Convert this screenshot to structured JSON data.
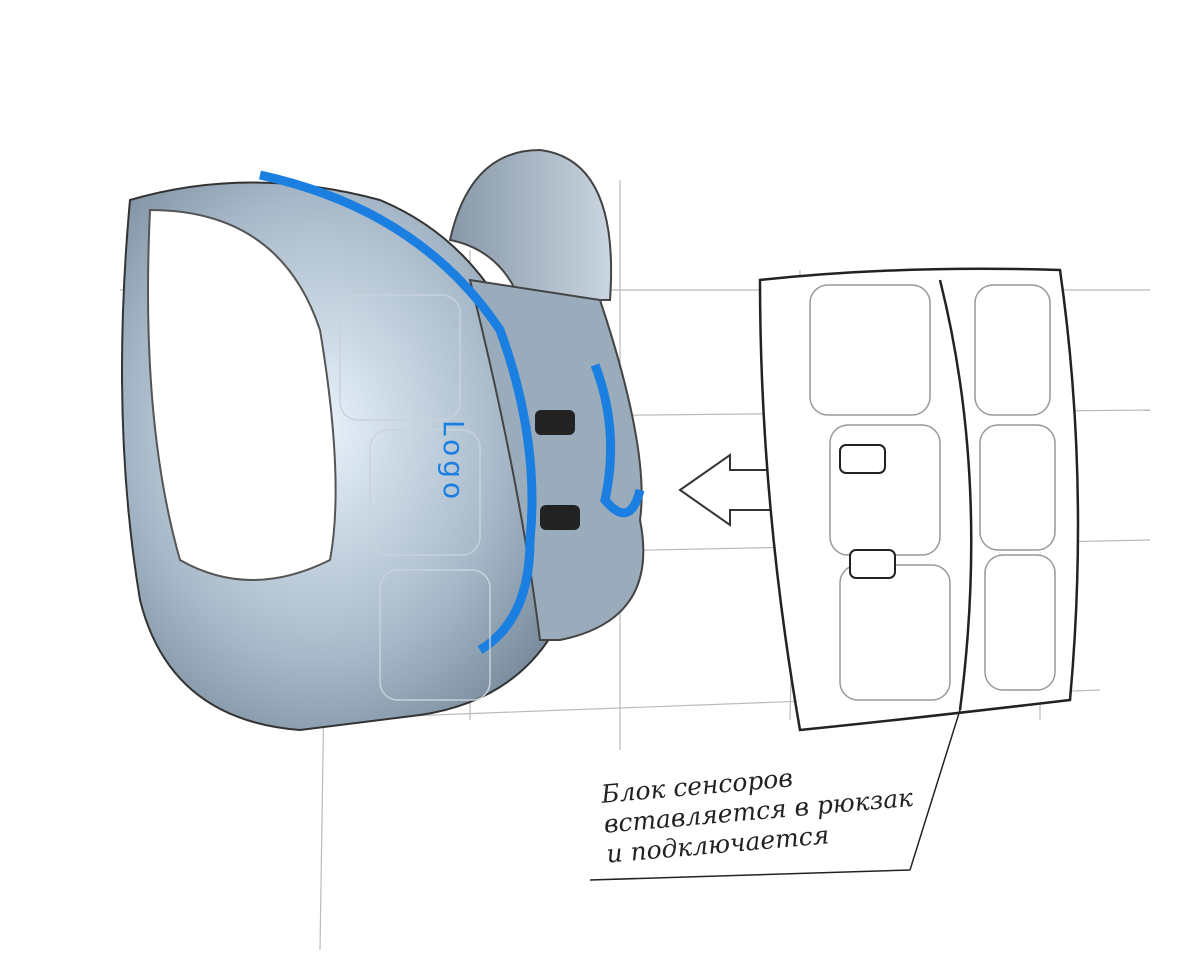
{
  "backpack": {
    "logo_text": "Logo",
    "accent_color": "#1a7fe0",
    "body_color": "#8fa3b5"
  },
  "annotation": {
    "lines": [
      "Блок сенсоров",
      "вставляется в рюкзак",
      "и подключается"
    ]
  }
}
